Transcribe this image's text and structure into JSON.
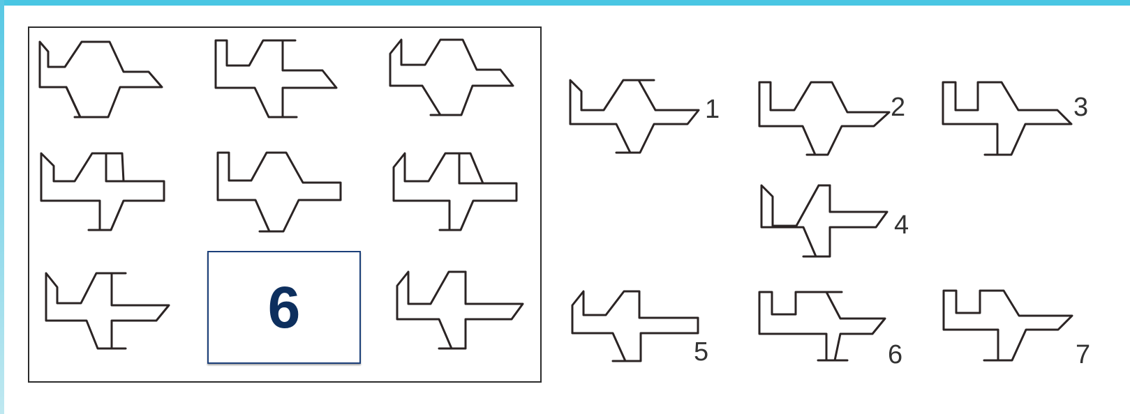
{
  "puzzle": {
    "answer": "6",
    "grid_cells": [
      {
        "variant": "A"
      },
      {
        "variant": "B"
      },
      {
        "variant": "C"
      },
      {
        "variant": "D"
      },
      {
        "variant": "E"
      },
      {
        "variant": "F"
      },
      {
        "variant": "G"
      },
      {
        "variant": "missing"
      },
      {
        "variant": "H"
      }
    ],
    "options": [
      {
        "label": "1"
      },
      {
        "label": "2"
      },
      {
        "label": "3"
      },
      {
        "label": "4"
      },
      {
        "label": "5"
      },
      {
        "label": "6"
      },
      {
        "label": "7"
      }
    ]
  },
  "colors": {
    "frame": "#49c6e3",
    "line": "#2b2424",
    "answer_border": "#1b3f79",
    "answer_text": "#0d2f5e"
  },
  "icons": [
    "airplane-figure-icon"
  ]
}
